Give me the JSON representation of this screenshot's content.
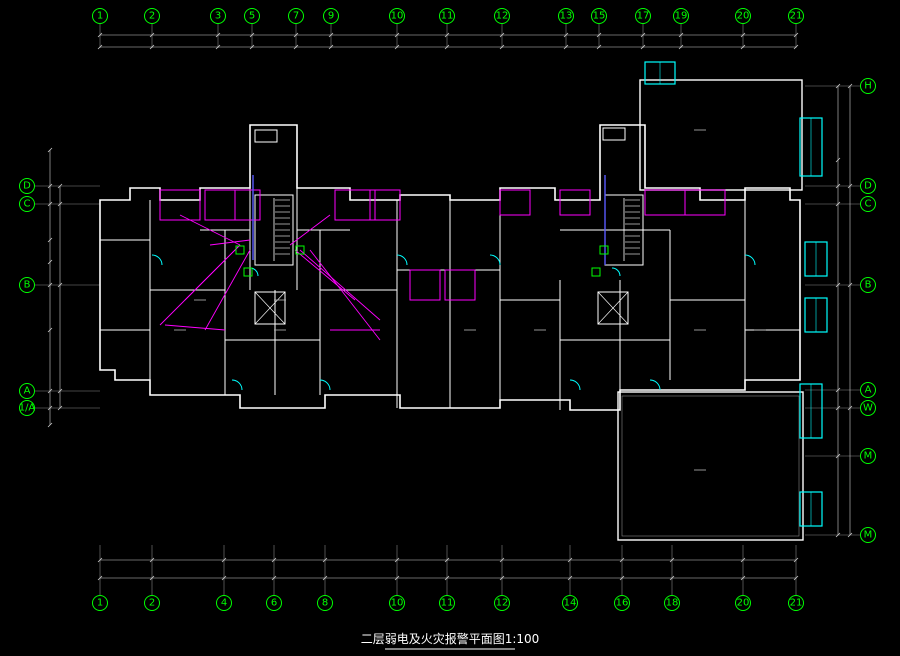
{
  "title": "二层弱电及火灾报警平面图1:100",
  "top_axis_labels": [
    "1",
    "2",
    "3",
    "5",
    "7",
    "9",
    "10",
    "11",
    "12",
    "13",
    "15",
    "17",
    "19",
    "20",
    "21"
  ],
  "bottom_axis_labels": [
    "1",
    "2",
    "4",
    "6",
    "8",
    "10",
    "11",
    "12",
    "14",
    "16",
    "18",
    "20",
    "21"
  ],
  "left_axis_labels": [
    "D",
    "C",
    "B",
    "A",
    "1/A"
  ],
  "right_axis_labels": [
    "H",
    "D",
    "C",
    "B",
    "A",
    "W",
    "M",
    "M"
  ],
  "colors": {
    "grid": "#00ff00",
    "wall": "#ffffff",
    "wiring": "#ff00ff",
    "device": "#00ffff",
    "label": "#ffff00",
    "background": "#000000"
  }
}
